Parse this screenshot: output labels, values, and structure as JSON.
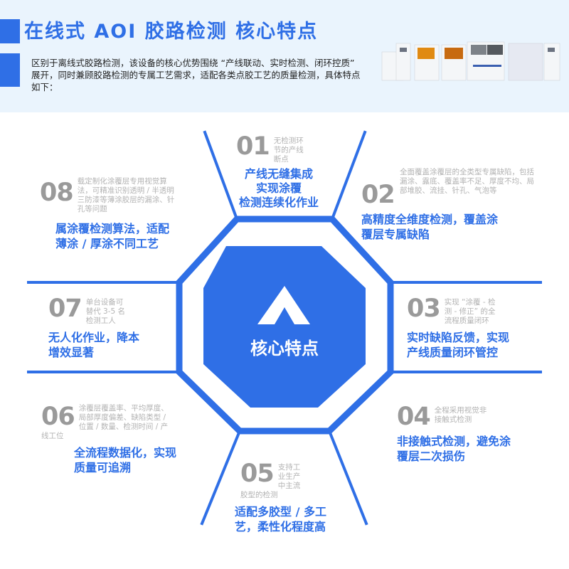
{
  "header": {
    "title": "在线式 AOI 胶路检测 核心特点",
    "intro": "区别于离线式胶路检测，该设备的核心优势围绕 “产线联动、实时检测、闭环控质” 展开，同时兼顾胶路检测的专属工艺需求，适配各类点胶工艺的质量检测，具体特点如下："
  },
  "center": {
    "icon": "caret-up-icon",
    "label": "核心特点"
  },
  "colors": {
    "accent": "#2f6fe6",
    "header_bg": "#eaf4fd",
    "number_gray": "#9a9a9a",
    "desc_gray": "#b3b3b3"
  },
  "features": [
    {
      "num": "01",
      "desc": "无检测环节的产线断点",
      "headline": "产线无缝集成实现涂覆检测连续化作业",
      "lines": [
        "产线无缝集成",
        "实现涂覆",
        "检测连续化作业"
      ]
    },
    {
      "num": "02",
      "desc": "全面覆盖涂覆层的全类型专属缺陷，包括漏涂、露底、覆盖率不足、厚度不均、局部堆胶、流挂、针孔、气泡等",
      "lines": [
        "高精度全维度检测，覆盖涂",
        "覆层专属缺陷"
      ]
    },
    {
      "num": "03",
      "desc": "实现 “涂覆 - 检测 - 修正” 的全流程质量闭环",
      "lines": [
        "实时缺陷反馈，实现",
        "产线质量闭环管控"
      ]
    },
    {
      "num": "04",
      "desc": "全程采用视觉非接触式检测",
      "lines": [
        "非接触式检测，避免涂",
        "覆层二次损伤"
      ]
    },
    {
      "num": "05",
      "desc": "支持工业生产中主流胶型的检测",
      "lines": [
        "适配多胶型 / 多工",
        "艺，柔性化程度高"
      ]
    },
    {
      "num": "06",
      "desc": "涂覆层覆盖率、平均厚度、局部厚度偏差、缺陷类型 / 位置 / 数量、检测时间 / 产线工位",
      "lines": [
        "全流程数据化，实现",
        "质量可追溯"
      ]
    },
    {
      "num": "07",
      "desc": "单台设备可替代 3-5 名检测工人",
      "lines": [
        "无人化作业，降本",
        "增效显著"
      ]
    },
    {
      "num": "08",
      "desc": "载定制化涂覆层专用视觉算法，可精准识别透明 / 半透明三防漆等薄涂胶层的漏涂、针孔等问题",
      "lines": [
        "属涂覆检测算法，适配",
        "薄涂 / 厚涂不同工艺"
      ]
    }
  ]
}
